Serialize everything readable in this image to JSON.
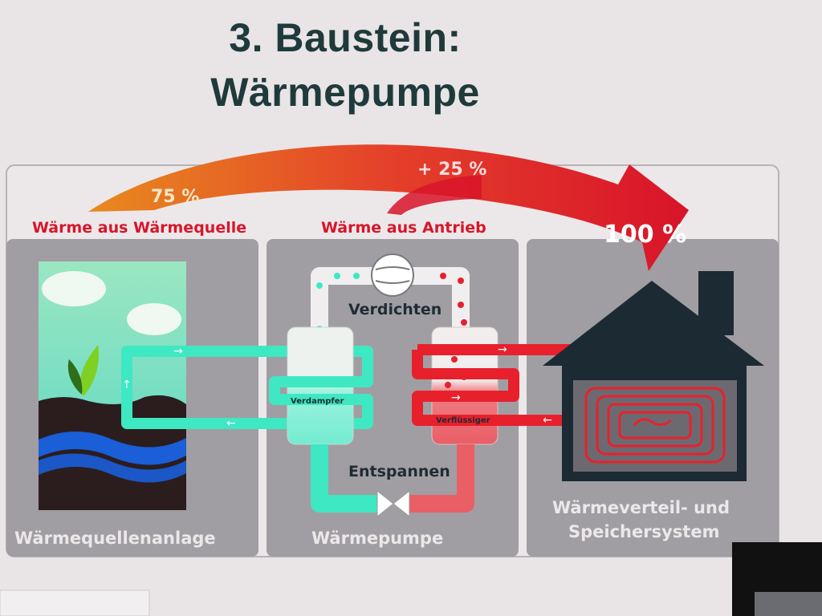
{
  "title": {
    "line1": "3. Baustein:",
    "line2": "Wärmepumpe"
  },
  "flow": {
    "source_percent": "75 %",
    "source_label": "Wärme aus Wärmequelle",
    "drive_percent": "+ 25 %",
    "drive_label": "Wärme aus Antrieb",
    "total_percent": "100 %"
  },
  "panels": {
    "source": "Wärmequellenanlage",
    "pump": "Wärmepumpe",
    "distribution_line1": "Wärmeverteil- und",
    "distribution_line2": "Speichersystem"
  },
  "components": {
    "compress": "Verdichten",
    "evaporator": "Verdampfer",
    "condenser": "Verflüssiger",
    "expand": "Entspannen"
  },
  "colors": {
    "cold_circuit": "#3ee8c2",
    "hot_circuit": "#e8202c",
    "panel": "#a09ea2",
    "house": "#1c2a33",
    "arrow_start": "#e87a1a",
    "arrow_end": "#d8142a",
    "title": "#1f3a3b"
  }
}
